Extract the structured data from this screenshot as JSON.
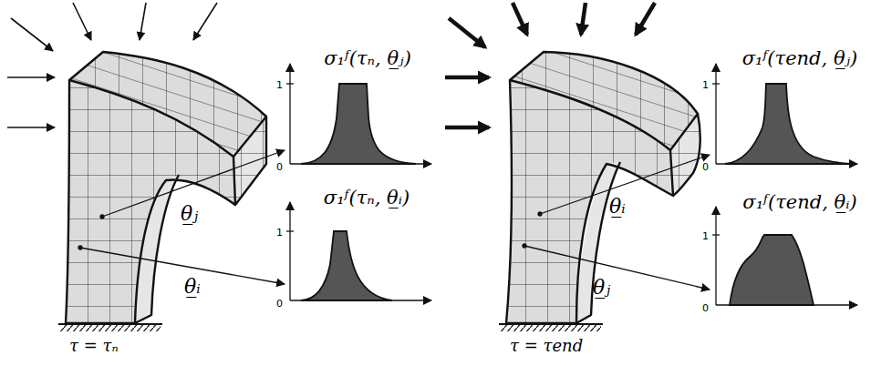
{
  "diagram": {
    "nodes": [
      {
        "text": [
          "σ₁ᶠ(τₙ, θ̲ⱼ)",
          "1",
          "0"
        ]
      },
      {
        "text": [
          "σ₁ᶠ(τₙ, θ̲ᵢ)",
          "1",
          "0"
        ]
      },
      {
        "text": [
          "σ₁ᶠ(τend, θ̲ⱼ)",
          "1",
          "0"
        ]
      },
      {
        "text": [
          "σ₁ᶠ(τend, θ̲ᵢ)",
          "1",
          "0"
        ]
      }
    ],
    "labels": [
      "θ̲ⱼ",
      "θ̲ᵢ",
      "τ = τₙ",
      "θ̲ᵢ",
      "θ̲ⱼ",
      "τ = τend"
    ]
  }
}
